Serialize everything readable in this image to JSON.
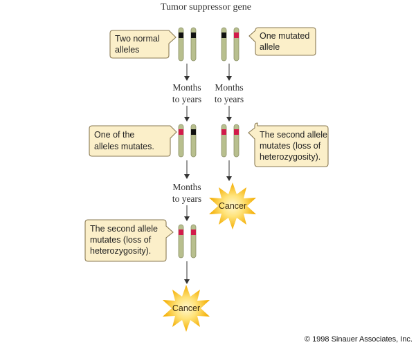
{
  "title": "Tumor suppressor gene",
  "colors": {
    "chromosome": "#b8bf8e",
    "normal_allele_band": "#111111",
    "mutated_allele_band": "#d21a4a",
    "callout_fill": "#fbefc9",
    "cancer_burst_outer": "#f5b800",
    "cancer_burst_inner": "#fff6c8"
  },
  "left_path": {
    "callout_normal": [
      "Two normal",
      "alleles"
    ],
    "time_label_1": [
      "Months",
      "to years"
    ],
    "callout_one_mutates": [
      "One of the",
      "alleles mutates."
    ],
    "time_label_2": [
      "Months",
      "to years"
    ],
    "callout_loh": [
      "The second allele",
      "mutates (loss of",
      "heterozygosity)."
    ],
    "cancer": "Cancer"
  },
  "right_path": {
    "callout_one_mutated": [
      "One mutated",
      "allele"
    ],
    "time_label": [
      "Months",
      "to years"
    ],
    "callout_loh": [
      "The second allele",
      "mutates (loss of",
      "heterozygosity)."
    ],
    "cancer": "Cancer"
  },
  "copyright": "© 1998 Sinauer Associates, Inc."
}
